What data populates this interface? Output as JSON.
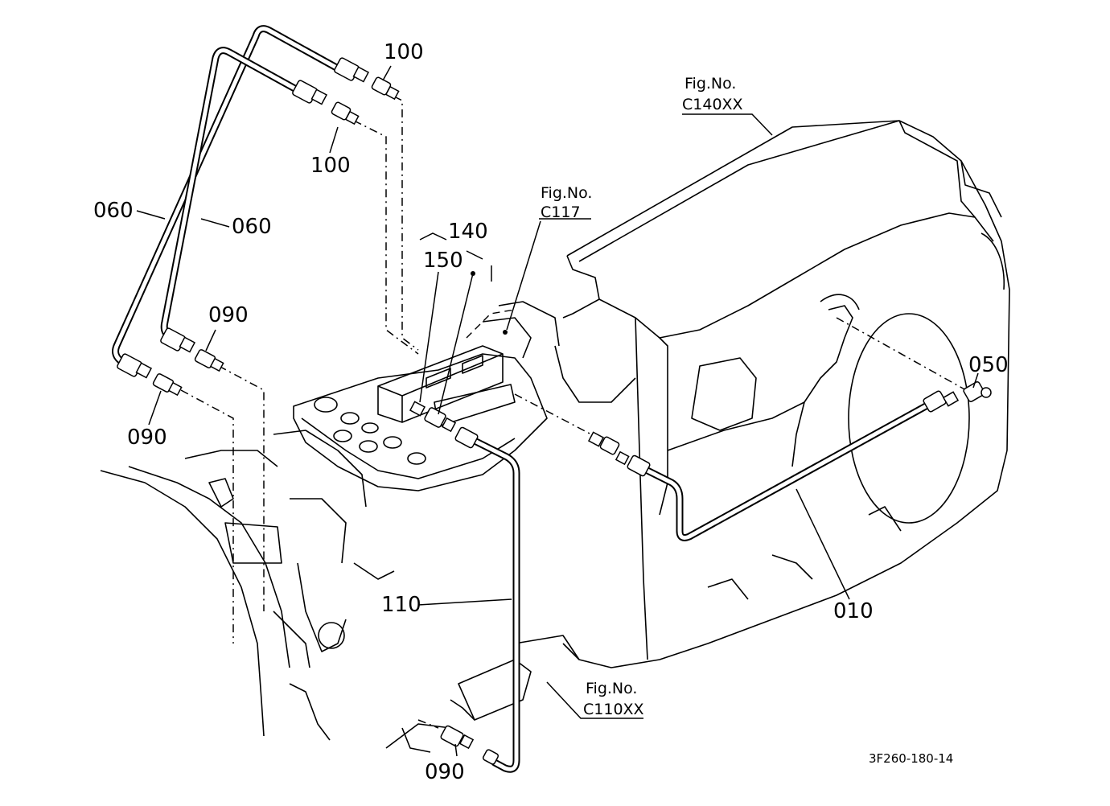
{
  "diagram": {
    "drawing_code": "3F260-180-14",
    "part_labels": {
      "p100_top": "100",
      "p100_mid": "100",
      "p060_left": "060",
      "p060_right": "060",
      "p090_left": "090",
      "p090_mid": "090",
      "p090_bottom": "090",
      "p140": "140",
      "p150": "150",
      "p110": "110",
      "p050": "050",
      "p010": "010"
    },
    "figure_refs": {
      "c140": {
        "prefix": "Fig.No.",
        "code": "C140XX"
      },
      "c117": {
        "prefix": "Fig.No.",
        "code": "C117"
      },
      "c110": {
        "prefix": "Fig.No.",
        "code": "C110XX"
      }
    }
  }
}
